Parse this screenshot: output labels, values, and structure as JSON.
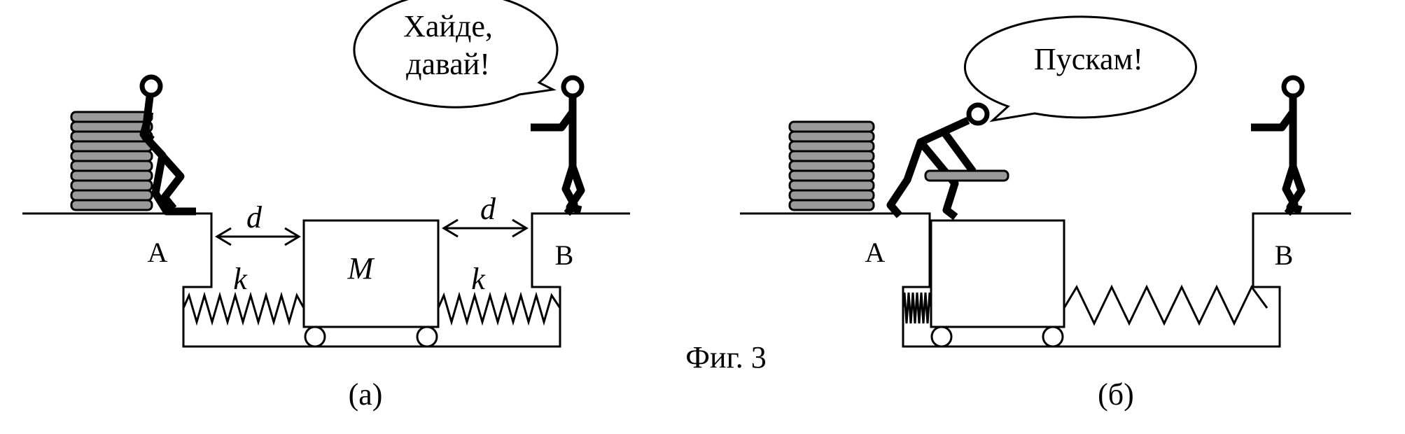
{
  "panel_a": {
    "label": "(а)",
    "bubble_line1": "Хайде,",
    "bubble_line2": "давай!",
    "point_a": "A",
    "point_b": "B",
    "gap_left": "d",
    "gap_right": "d",
    "spring_left": "k",
    "spring_right": "k",
    "mass": "M"
  },
  "panel_b": {
    "label": "(б)",
    "bubble": "Пускам!",
    "point_a": "A",
    "point_b": "B"
  },
  "figure_caption": "Фиг. 3"
}
